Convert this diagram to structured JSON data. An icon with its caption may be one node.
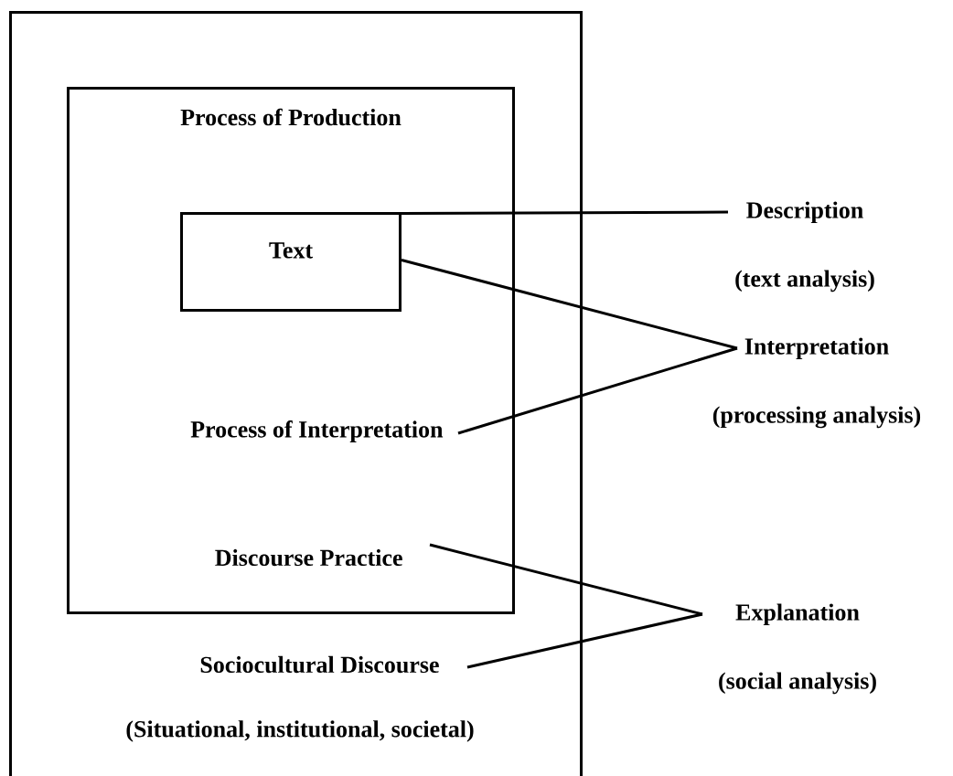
{
  "diagram": {
    "nodes": [
      {
        "text": [],
        "shape": "box"
      },
      {
        "text": [
          "Process of Production"
        ],
        "in": 0
      },
      {
        "text": [
          "Text"
        ],
        "in": 1
      },
      {
        "text": [
          "Process of Interpretation"
        ],
        "in": 1
      },
      {
        "text": [
          "Discourse Practice"
        ],
        "in": 1
      },
      {
        "text": [
          "Sociocultural Discourse"
        ],
        "in": 0
      },
      {
        "text": [
          "Description",
          "(text analysis)"
        ]
      },
      {
        "text": [
          "Interpretation",
          "(processing analysis)"
        ]
      },
      {
        "text": [
          "Explanation",
          "(social analysis)"
        ]
      }
    ],
    "edges": [
      {
        "from": 6,
        "to": 2,
        "arrow": "none"
      },
      {
        "from": 7,
        "to": 2,
        "arrow": "none"
      },
      {
        "from": 7,
        "to": 3,
        "arrow": "none"
      },
      {
        "from": 8,
        "to": 4,
        "arrow": "none"
      },
      {
        "from": 8,
        "to": 5,
        "arrow": "none"
      }
    ],
    "labels": [
      "(Situational, institutional, societal)"
    ]
  }
}
